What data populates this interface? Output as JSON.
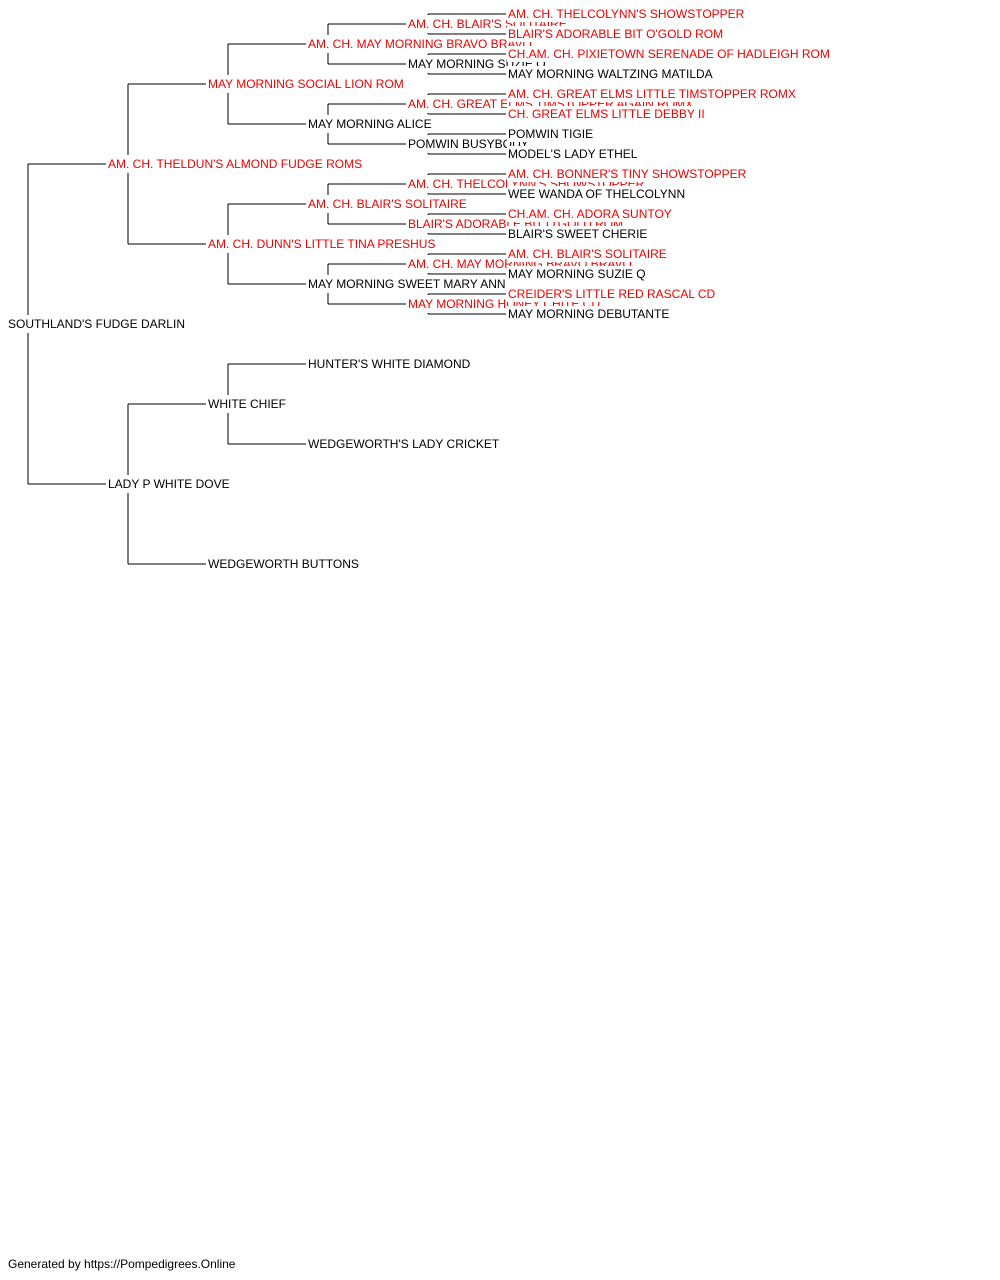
{
  "colors": {
    "titled": "#ee0000",
    "normal": "#000000",
    "line": "#000000"
  },
  "footer": "Generated by https://Pompedigrees.Online",
  "pedigree": {
    "name": "SOUTHLAND'S FUDGE DARLIN",
    "titled": false,
    "sire": {
      "name": "AM. CH. THELDUN'S ALMOND FUDGE ROMS",
      "titled": true,
      "sire": {
        "name": "MAY MORNING SOCIAL LION ROM",
        "titled": true,
        "sire": {
          "name": "AM. CH. MAY MORNING BRAVO BRAVO",
          "titled": true,
          "sire": {
            "name": "AM. CH. BLAIR'S SOLITAIRE",
            "titled": true,
            "sire": {
              "name": "AM. CH. THELCOLYNN'S SHOWSTOPPER",
              "titled": true
            },
            "dam": {
              "name": "BLAIR'S ADORABLE BIT O'GOLD ROM",
              "titled": true
            }
          },
          "dam": {
            "name": "MAY MORNING SUZIE Q",
            "titled": false,
            "sire": {
              "name": "CH.AM. CH. PIXIETOWN SERENADE OF HADLEIGH ROM",
              "titled": true
            },
            "dam": {
              "name": "MAY MORNING WALTZING MATILDA",
              "titled": false
            }
          }
        },
        "dam": {
          "name": "MAY MORNING ALICE",
          "titled": false,
          "sire": {
            "name": "AM. CH. GREAT ELMS TIMSTOPPER AGAIN ROMX",
            "titled": true,
            "sire": {
              "name": "AM. CH. GREAT ELMS LITTLE TIMSTOPPER ROMX",
              "titled": true
            },
            "dam": {
              "name": "CH. GREAT ELMS LITTLE DEBBY II",
              "titled": true
            }
          },
          "dam": {
            "name": "POMWIN BUSYBODY",
            "titled": false,
            "sire": {
              "name": "POMWIN TIGIE",
              "titled": false
            },
            "dam": {
              "name": "MODEL'S LADY ETHEL",
              "titled": false
            }
          }
        }
      },
      "dam": {
        "name": "AM. CH. DUNN'S LITTLE TINA PRESHUS",
        "titled": true,
        "sire": {
          "name": "AM. CH. BLAIR'S SOLITAIRE",
          "titled": true,
          "sire": {
            "name": "AM. CH. THELCOLYNN'S SHOWSTOPPER",
            "titled": true,
            "sire": {
              "name": "AM. CH. BONNER'S TINY SHOWSTOPPER",
              "titled": true
            },
            "dam": {
              "name": "WEE WANDA OF THELCOLYNN",
              "titled": false
            }
          },
          "dam": {
            "name": "BLAIR'S ADORABLE BIT O'GOLD ROM",
            "titled": true,
            "sire": {
              "name": "CH.AM. CH. ADORA SUNTOY",
              "titled": true
            },
            "dam": {
              "name": "BLAIR'S SWEET CHERIE",
              "titled": false
            }
          }
        },
        "dam": {
          "name": "MAY MORNING SWEET MARY ANN",
          "titled": false,
          "sire": {
            "name": "AM. CH. MAY MORNING BRAVO BRAVO",
            "titled": true,
            "sire": {
              "name": "AM. CH. BLAIR'S SOLITAIRE",
              "titled": true
            },
            "dam": {
              "name": "MAY MORNING SUZIE Q",
              "titled": false
            }
          },
          "dam": {
            "name": "MAY MORNING HONEY CHITE CD",
            "titled": true,
            "sire": {
              "name": "CREIDER'S LITTLE RED RASCAL CD",
              "titled": true
            },
            "dam": {
              "name": "MAY MORNING DEBUTANTE",
              "titled": false
            }
          }
        }
      }
    },
    "dam": {
      "name": "LADY P WHITE DOVE",
      "titled": false,
      "sire": {
        "name": "WHITE CHIEF",
        "titled": false,
        "sire": {
          "name": "HUNTER'S WHITE DIAMOND",
          "titled": false
        },
        "dam": {
          "name": "WEDGEWORTH'S LADY CRICKET",
          "titled": false
        }
      },
      "dam": {
        "name": "WEDGEWORTH BUTTONS",
        "titled": false
      }
    }
  }
}
